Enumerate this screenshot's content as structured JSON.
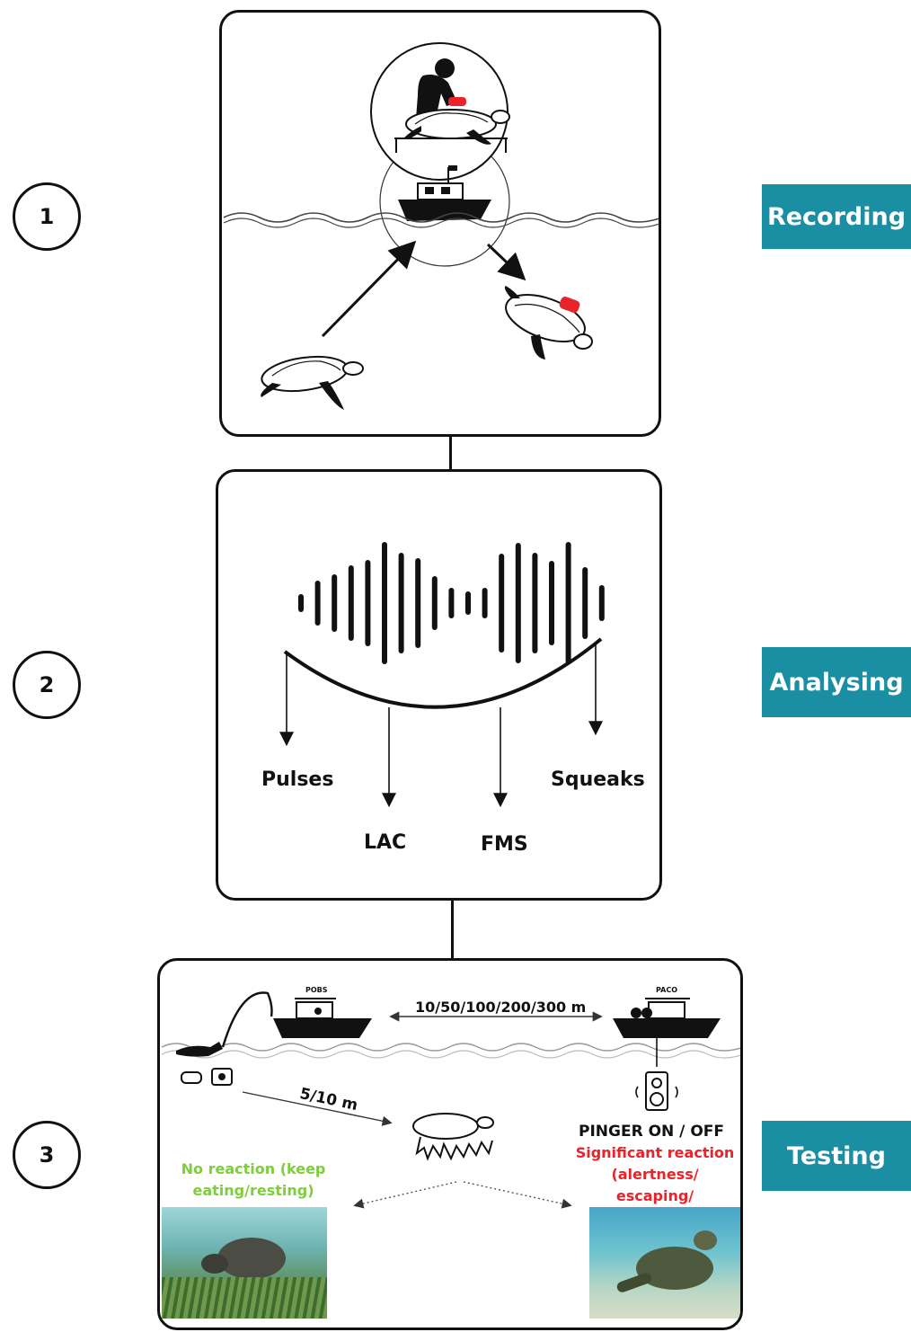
{
  "steps": [
    {
      "number": "1",
      "label": "Recording"
    },
    {
      "number": "2",
      "label": "Analysing"
    },
    {
      "number": "3",
      "label": "Testing"
    }
  ],
  "analysing": {
    "categories": [
      "Pulses",
      "LAC",
      "FMS",
      "Squeaks"
    ]
  },
  "testing": {
    "boat_left": "POBS",
    "boat_right": "PACO",
    "distance_boats": "10/50/100/200/300 m",
    "distance_turtle": "5/10 m",
    "pinger": "PINGER ON / OFF",
    "no_reaction": "No reaction (keep eating/resting)",
    "significant_reaction": "Significant reaction (alertness/ escaping/ watchefulness)"
  },
  "colors": {
    "tag_bg": "#1a8fa3",
    "green": "#7ccf3a",
    "red": "#e8232a",
    "tag_red": "#e8232a"
  }
}
